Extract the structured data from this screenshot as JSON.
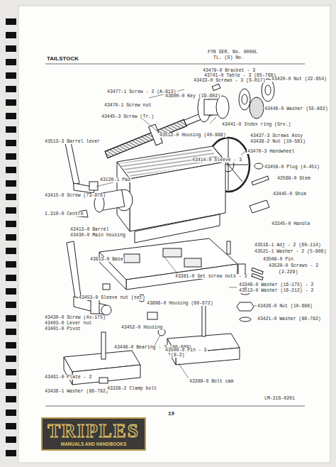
{
  "diagram": {
    "title": "TAILSTOCK",
    "nodes": [
      {
        "text": [
          "TRIPLES",
          "MANUALS AND HANDBOOKS"
        ]
      }
    ],
    "labels": [
      "FYN SER. No. 0000L",
      "TL. (S) No.",
      "43479-0 Bracket - 3",
      "43741-0 Table - 3 (65-768)",
      "43433-0 Screws - 3 (S-017)",
      "43420-0 Nut (22-654)",
      "43477-1 Screw - 2 (A-813)",
      "43470-1 Screw nut",
      "43445-3 Screw (Tr.)",
      "43600-0 Key (19-602)",
      "43446-0 Washer (55-862)",
      "43512-0 Housing (40-988)",
      "43441-0 Index ring (Grv.)",
      "43437-3 Screws Assy",
      "43438-2 Nut (10-581)",
      "43470-3 Handwheel",
      "43513-3 Barrel lever",
      "43414-0 Sleeve - 3",
      "43458-0 Plug (4-451)",
      "43120-1 Pad",
      "42568-0 Stem",
      "43445-0 Shim",
      "43415-0 Screw (73-976)",
      "1.310-0 Centre",
      "43345-0 Handle",
      "42413-0 Barrel",
      "43430-0 Main housing",
      "43913-0 Base",
      "43516-1 Adj - 2 (60-114)",
      "43521-1 Washer - 2 (5-606)",
      "43509-0 Pin",
      "43520-0 Screws - 2",
      "(2-229)",
      "43381-0 Set screw nuts - 3",
      "43453-0 Sleeve nut (set)",
      "43349-0 Washer (16-175) - 2",
      "43513-0 Washer (16-212) - 2",
      "43896-0 Housing (80-672)",
      "43426-0 Nut (10-688)",
      "43430-0 Screw (4x-175)",
      "43403-0 Lever nut",
      "43401-0 Pivot",
      "43452-0 Housing",
      "43421-0 Washer (86-782)",
      "43448-0 Bearing - 3 (80-809)",
      "43500-0 Pin - 3",
      "(8-2)",
      "43461-0 Plate - 2",
      "43436-1 Washer (86-782)",
      "43328-2 Clamp bolt",
      "43389-0 Bolt cam",
      "LM-216-0201",
      "19"
    ]
  }
}
